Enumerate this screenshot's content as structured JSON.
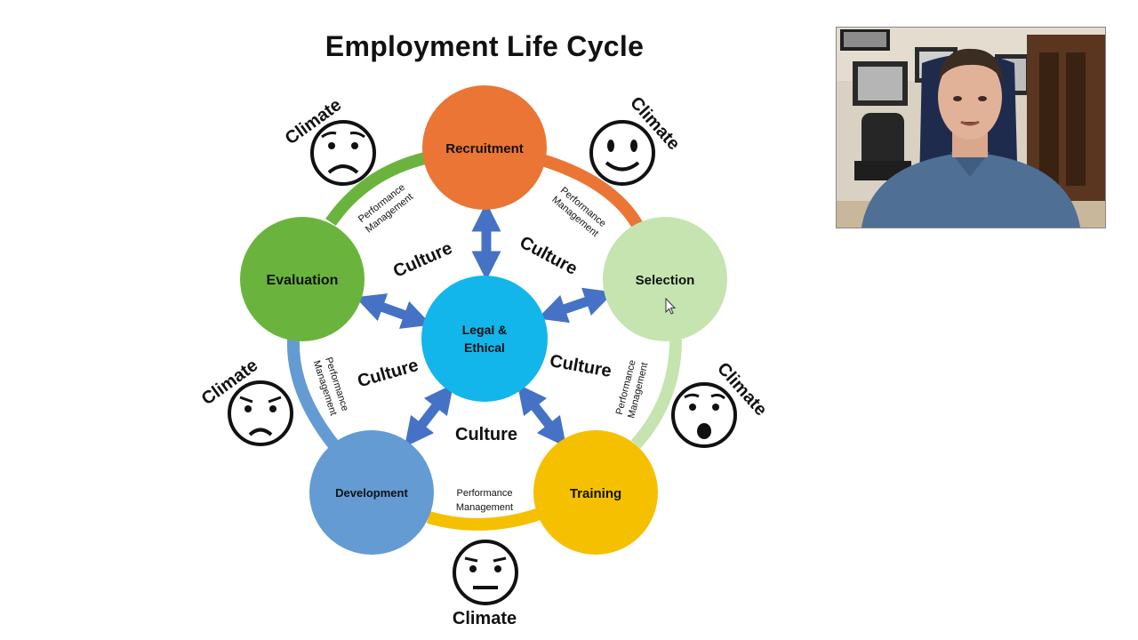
{
  "slide": {
    "title": "Employment Life Cycle",
    "center": {
      "line1": "Legal &",
      "line2": "Ethical",
      "color": "#12b6ea"
    },
    "stages": [
      {
        "id": "recruitment",
        "label": "Recruitment",
        "color": "#ea7535"
      },
      {
        "id": "selection",
        "label": "Selection",
        "color": "#c5e4b0"
      },
      {
        "id": "training",
        "label": "Training",
        "color": "#f5c000"
      },
      {
        "id": "development",
        "label": "Development",
        "color": "#649bd3"
      },
      {
        "id": "evaluation",
        "label": "Evaluation",
        "color": "#6ab43d"
      }
    ],
    "culture_label": "Culture",
    "climate_label": "Climate",
    "performance_line1": "Performance",
    "performance_line2": "Management",
    "arrow_color": "#4572c4",
    "faces": [
      "worried-face",
      "happy-face",
      "surprised-face",
      "neutral-face",
      "sad-face"
    ]
  },
  "webcam": {
    "description_icon": "presenter-webcam"
  }
}
